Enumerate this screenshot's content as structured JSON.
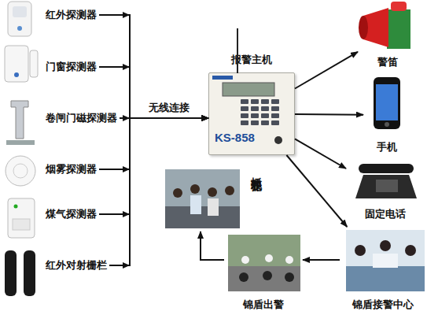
{
  "diagram": {
    "nodes": [
      {
        "text": [
          "红外探测器"
        ]
      },
      {
        "text": [
          "门窗探测器"
        ]
      },
      {
        "text": [
          "卷闸门磁探测器"
        ]
      },
      {
        "text": [
          "烟雾探测器"
        ]
      },
      {
        "text": [
          "煤气探测器"
        ]
      },
      {
        "text": [
          "红外对射栅栏"
        ]
      },
      {
        "text": [
          "报警主机",
          "KS-858"
        ]
      },
      {
        "text": [
          "警笛"
        ]
      },
      {
        "text": [
          "手机"
        ]
      },
      {
        "text": [
          "固定电话"
        ]
      },
      {
        "text": [
          "锦盾接警中心"
        ]
      },
      {
        "text": [
          "锦盾出警"
        ]
      },
      {
        "text": [
          "抓获罪犯"
        ]
      }
    ],
    "edges": [
      {
        "from": 0,
        "to": 6,
        "arrow": "to"
      },
      {
        "from": 1,
        "to": 6,
        "arrow": "to"
      },
      {
        "from": 2,
        "to": 6,
        "label": "无线连接",
        "arrow": "to"
      },
      {
        "from": 3,
        "to": 6,
        "arrow": "to"
      },
      {
        "from": 4,
        "to": 6,
        "arrow": "to"
      },
      {
        "from": 5,
        "to": 6,
        "arrow": "to"
      },
      {
        "from": 6,
        "to": 7,
        "arrow": "to"
      },
      {
        "from": 6,
        "to": 8,
        "arrow": "to"
      },
      {
        "from": 6,
        "to": 9,
        "arrow": "to"
      },
      {
        "from": 6,
        "to": 10,
        "arrow": "to"
      },
      {
        "from": 10,
        "to": 11,
        "arrow": "to"
      },
      {
        "from": 11,
        "to": 12,
        "arrow": "to"
      }
    ]
  }
}
